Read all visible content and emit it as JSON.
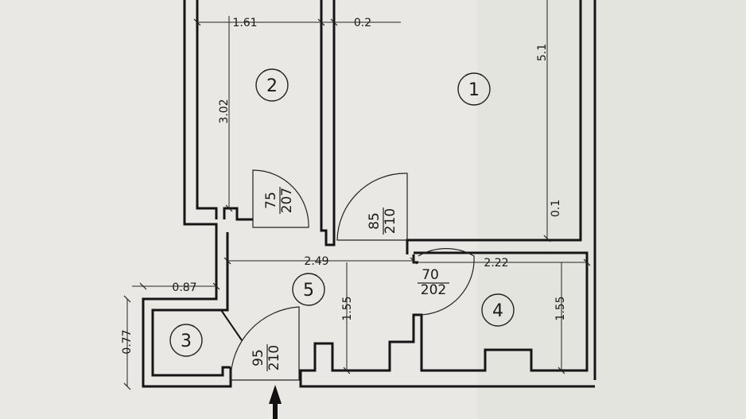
{
  "rooms": [
    {
      "id": "room-1",
      "label": "1"
    },
    {
      "id": "room-2",
      "label": "2"
    },
    {
      "id": "room-3",
      "label": "3"
    },
    {
      "id": "room-4",
      "label": "4"
    },
    {
      "id": "room-5",
      "label": "5"
    }
  ],
  "dimensions": {
    "room2_width": "1.61",
    "wall_gap": "0.2",
    "room1_length": "5.1",
    "room2_length": "3.02",
    "hall_width": "2.49",
    "room4_width": "2.22",
    "wall_offset": "0.1",
    "room3_width": "0.87",
    "room3_depth": "0.77",
    "hall_depth": "1.55",
    "room4_depth": "1.55"
  },
  "doors": {
    "door_room2": {
      "width": "75",
      "height": "207"
    },
    "door_room1": {
      "width": "85",
      "height": "210"
    },
    "door_room4": {
      "width": "70",
      "height": "202"
    },
    "door_entry": {
      "width": "95",
      "height": "210"
    }
  },
  "colors": {
    "paper": "#e9e8e4",
    "ink": "#151515"
  }
}
